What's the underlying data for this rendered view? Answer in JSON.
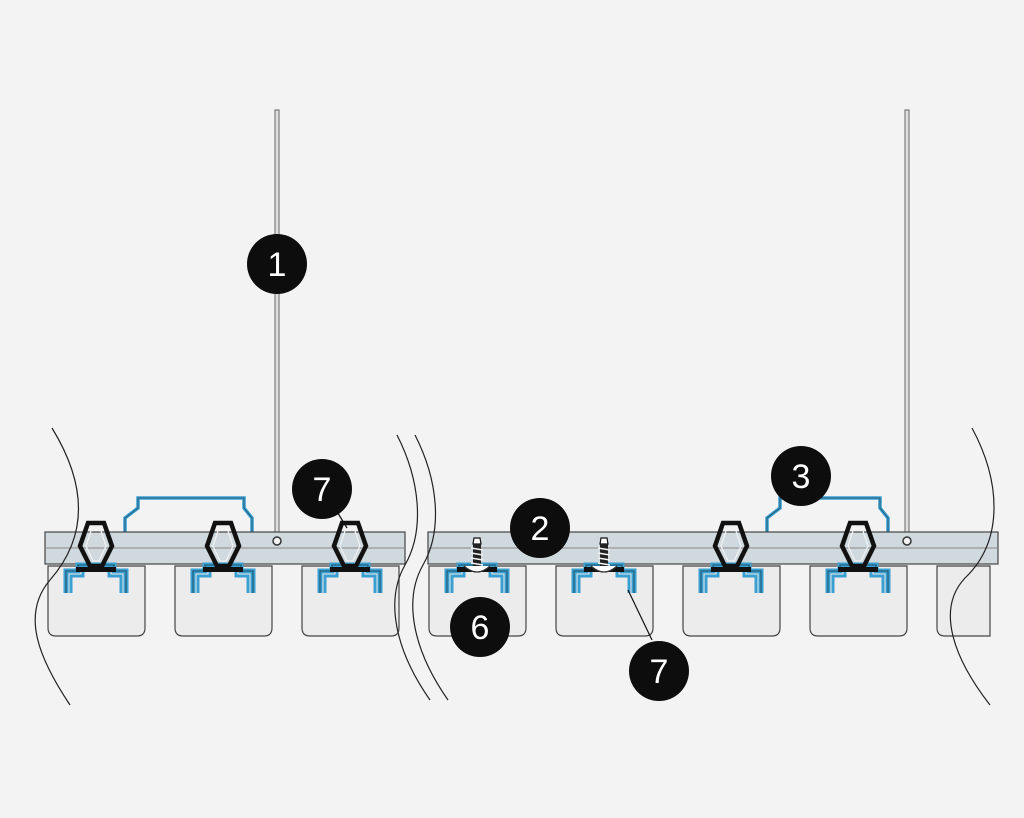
{
  "diagram": {
    "colors": {
      "background": "#f3f3f3",
      "rail_fill": "#cfd9de",
      "clip_blue": "#3a9fd1",
      "line_dark": "#1a1a1a",
      "panel_fill": "#ececec",
      "callout_fill": "#0d0d0d"
    },
    "callouts": [
      {
        "id": "c1",
        "label": "1"
      },
      {
        "id": "c2",
        "label": "2"
      },
      {
        "id": "c3",
        "label": "3"
      },
      {
        "id": "c6",
        "label": "6"
      },
      {
        "id": "c7a",
        "label": "7"
      },
      {
        "id": "c7b",
        "label": "7"
      }
    ]
  }
}
